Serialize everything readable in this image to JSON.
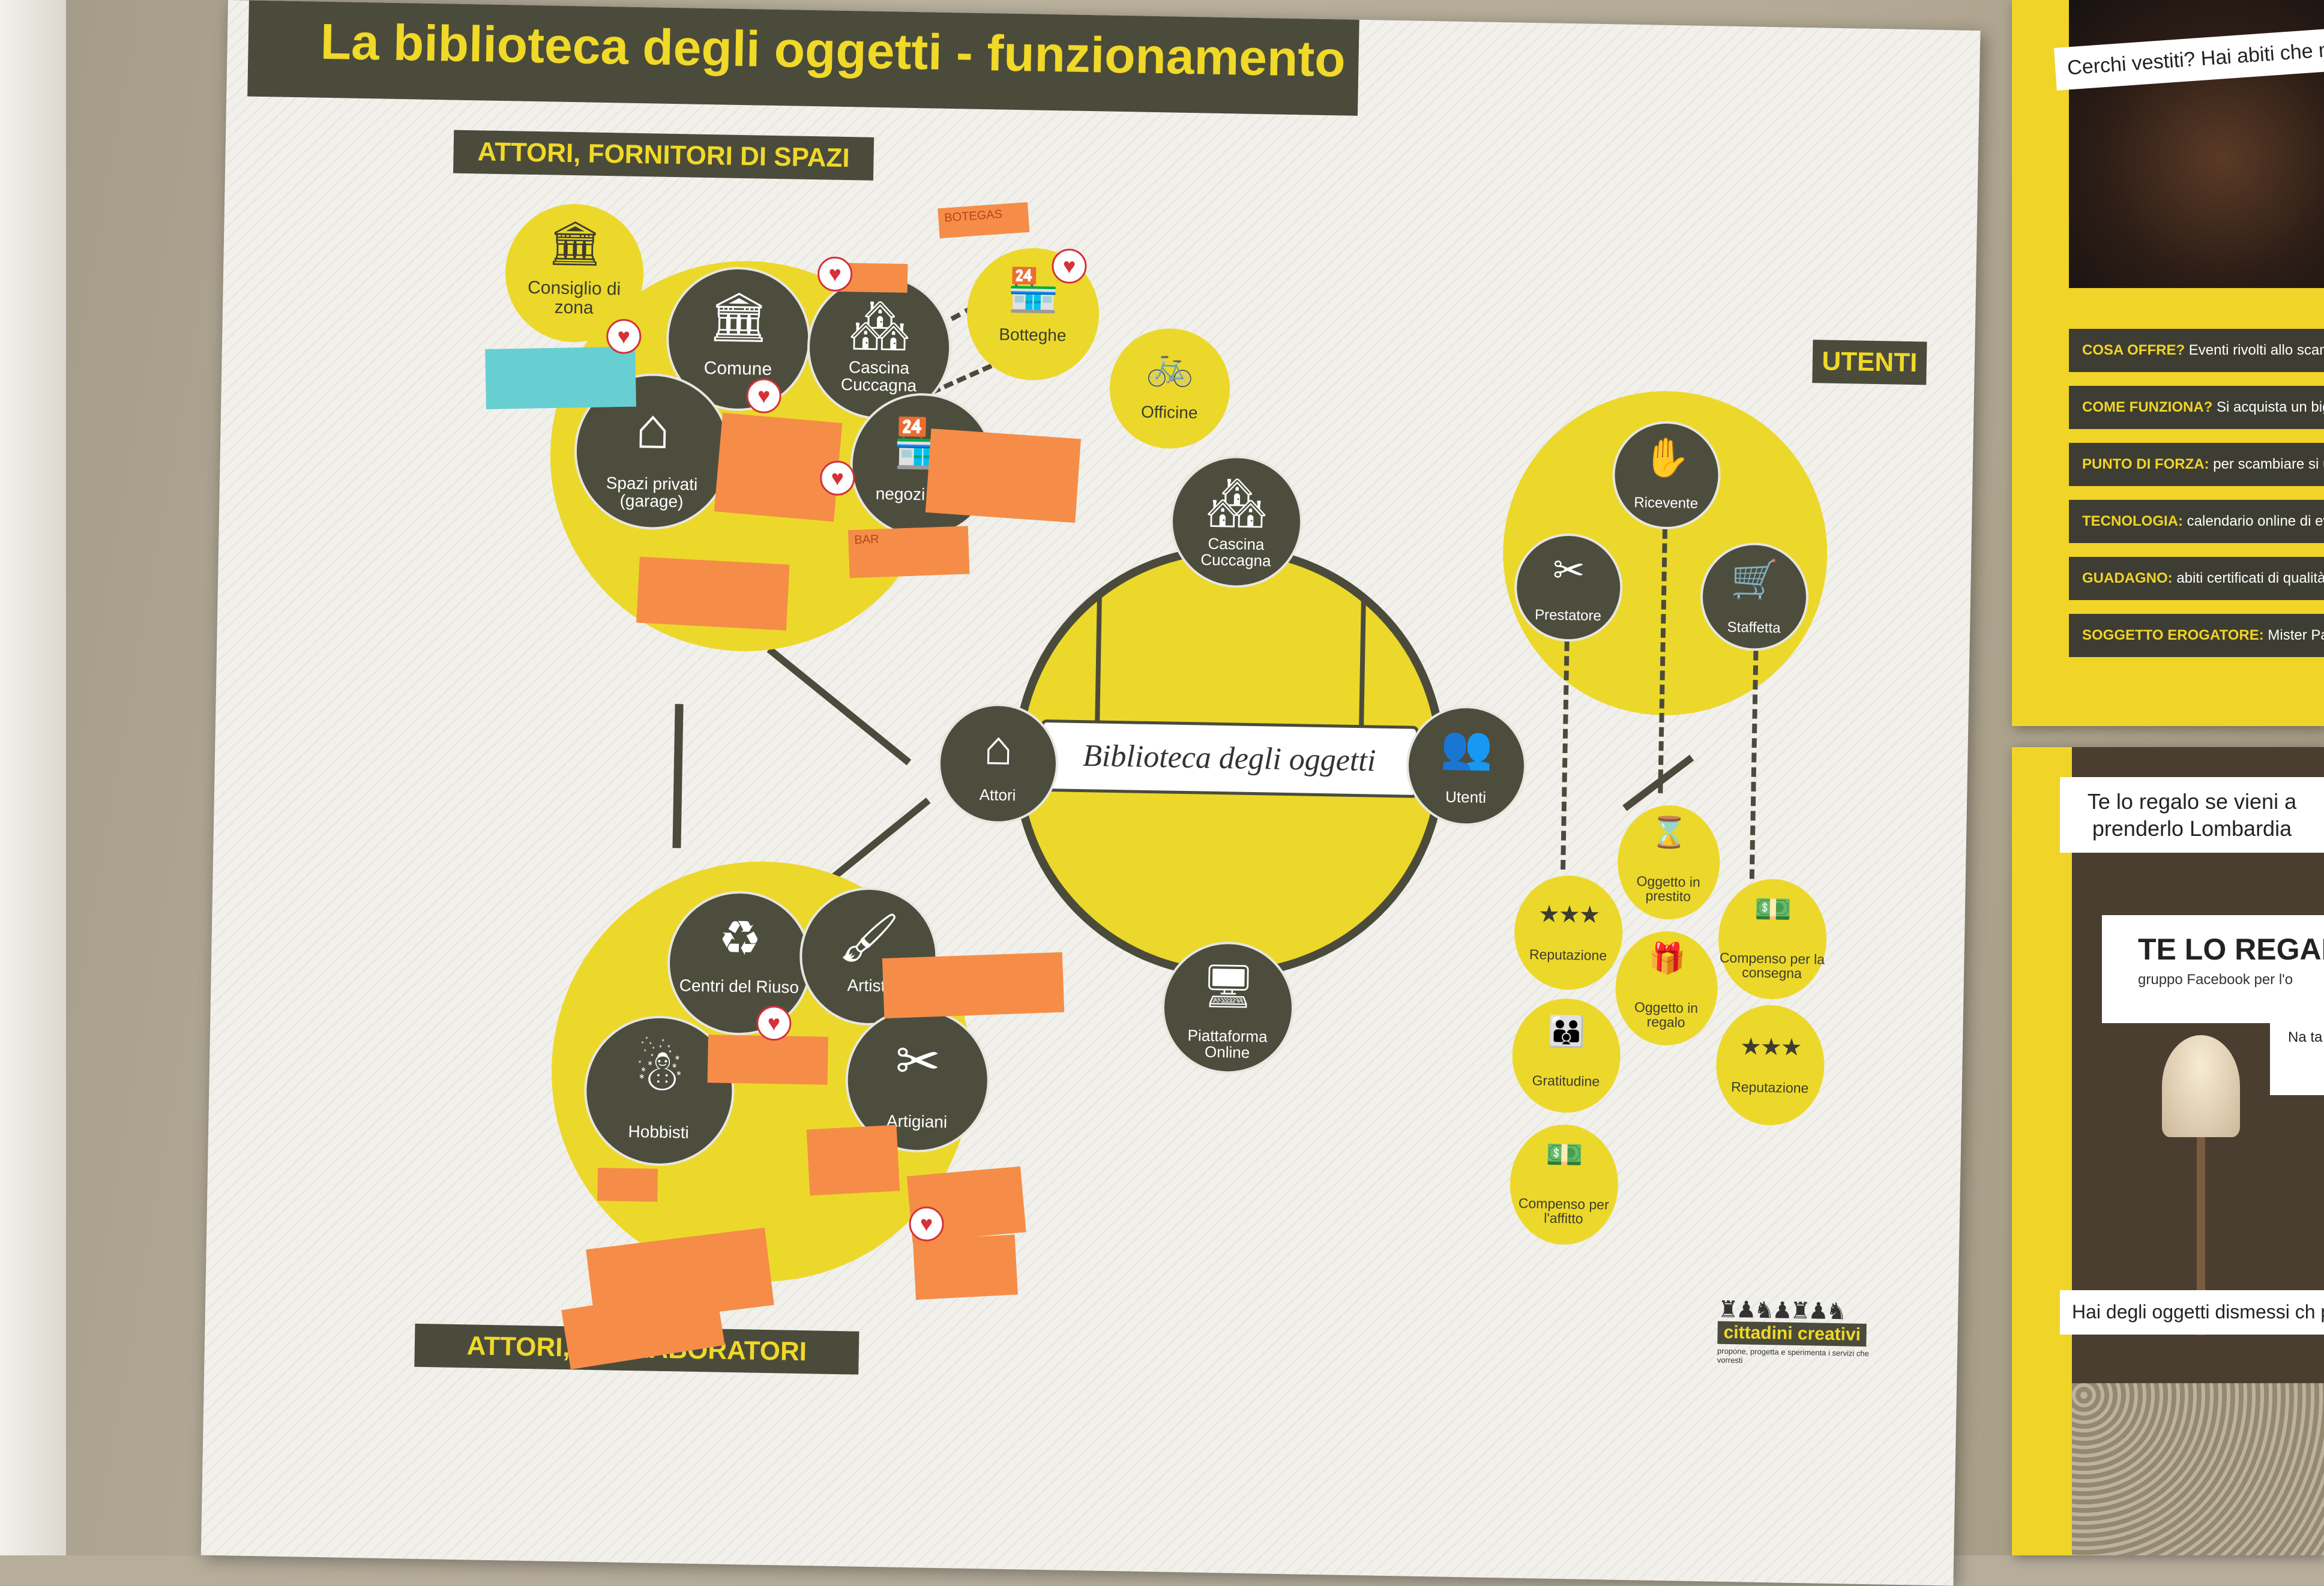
{
  "poster": {
    "title": "La biblioteca degli oggetti - funzionamento",
    "label_fornitori": "ATTORI, FORNITORI DI SPAZI",
    "label_collaboratori": "ATTORI, COLLABORATORI",
    "label_utenti": "UTENTI",
    "fornitori": {
      "consiglio": "Consiglio di zona",
      "comune": "Comune",
      "cascina": "Cascina Cuccagna",
      "spazi_privati": "Spazi privati (garage)",
      "negozi": "negozi locali",
      "botteghe": "Botteghe",
      "officine": "Officine"
    },
    "center": {
      "top": "Cascina Cuccagna",
      "sign": "Biblioteca degli oggetti",
      "left": "Attori",
      "right": "Utenti",
      "bottom": "Piattaforma Online"
    },
    "collaboratori": {
      "riuso": "Centri del Riuso",
      "artisti": "Artisti",
      "hobbisti": "Hobbisti",
      "artigiani": "Artigiani"
    },
    "utenti": {
      "ricevente": "Ricevente",
      "prestatore": "Prestatore",
      "staffetta": "Staffetta",
      "prestito": "Oggetto in prestito",
      "regalo": "Oggetto in regalo",
      "reputazione": "Reputazione",
      "gratitudine": "Gratitudine",
      "compenso_affitto": "Compenso per l'affitto",
      "compenso_consegna": "Compenso per la consegna",
      "reputazione2": "Reputazione"
    },
    "notes": {
      "botegas": "BOTEGAS",
      "bar": "BAR"
    },
    "logo": {
      "name": "cittadini creativi",
      "tagline": "propone, progetta e sperimenta i servizi che vorresti"
    },
    "icons": {
      "consiglio": "town-hall-icon",
      "comune": "town-hall-icon",
      "cascina": "farmhouse-icon",
      "spazi": "house-person-icon",
      "negozi": "shop-icon",
      "botteghe": "shop-icon",
      "officine": "workshop-bicycle-icon",
      "riuso": "recycle-icon",
      "artisti": "paintbrush-icon",
      "hobbisti": "person-icon",
      "artigiani": "tools-icon",
      "attori": "house-icon",
      "utenti": "people-icon",
      "piattaforma": "monitor-icon",
      "ricevente": "open-hand-icon",
      "prestatore": "hand-tools-icon",
      "staffetta": "delivery-person-icon",
      "prestito": "hourglass-hands-icon",
      "regalo": "gift-hand-icon",
      "reputazione": "three-stars-icon",
      "gratitudine": "family-icon",
      "compenso": "money-hand-icon",
      "heart": "heart-sticker-icon"
    },
    "colors": {
      "yellow": "#ecd82a",
      "dark": "#4b4b3c",
      "note_orange": "#f58d48",
      "note_cyan": "#67cfd1",
      "heart_red": "#d63038"
    }
  },
  "right_poster_top": {
    "question": "Cerchi vestiti? Hai abiti che n più? Perchè non scambiarli?",
    "rows": [
      {
        "key": "COSA OFFRE?",
        "value": "Eventi rivolti allo scambio"
      },
      {
        "key": "COME FUNZIONA?",
        "value": "Si acquista un biglie"
      },
      {
        "key": "PUNTO DI FORZA:",
        "value": "per scambiare si util"
      },
      {
        "key": "TECNOLOGIA:",
        "value": "calendario online di even"
      },
      {
        "key": "GUADAGNO:",
        "value": "abiti certificati di qualità e a"
      },
      {
        "key": "SOGGETTO EROGATORE:",
        "value": "Mister Paz Ltd"
      }
    ]
  },
  "right_poster_bottom": {
    "heading": "Te lo regalo se vieni a prenderlo Lombardia",
    "card_title": "TE LO REGALO",
    "card_subtitle": "gruppo Facebook per l'o",
    "side_text": "Na ta",
    "bottom_text": "Hai degli oggetti dismessi ch potrebbero essere utili ad al"
  }
}
